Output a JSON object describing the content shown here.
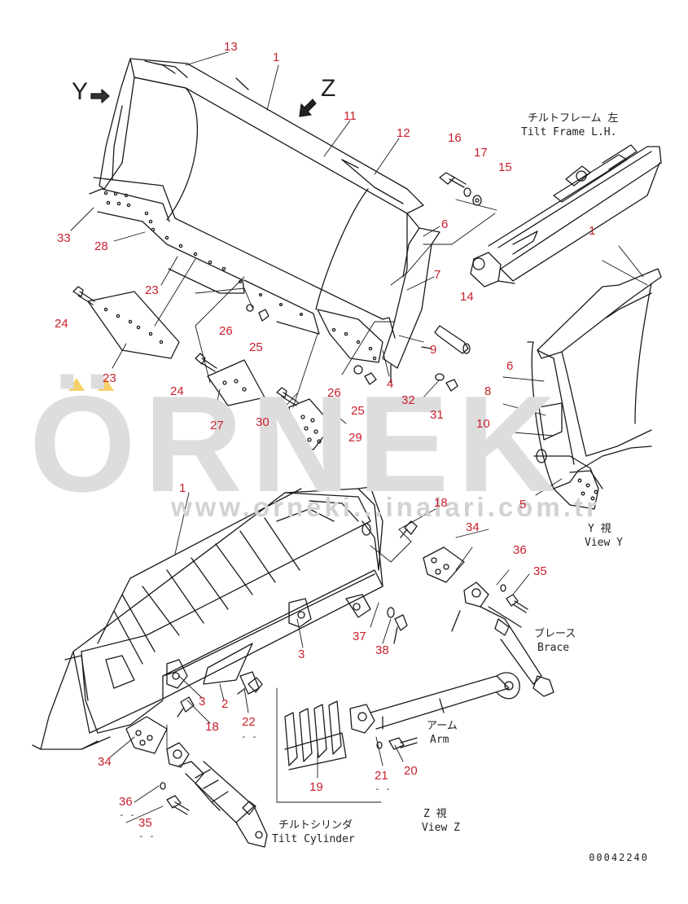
{
  "watermark": {
    "brand": "ÖRNEK",
    "url": "www.orneki...inalari.com.tr"
  },
  "arrows": {
    "y": "Y",
    "z": "Z"
  },
  "captions": {
    "tilt_frame_jp": "チルトフレーム 左",
    "tilt_frame_en": "Tilt Frame L.H.",
    "view_y_jp": "Y 視",
    "view_y_en": "View Y",
    "brace_jp": "ブレース",
    "brace_en": "Brace",
    "arm_jp": "アーム",
    "arm_en": "Arm",
    "tilt_cyl_jp": "チルトシリンダ",
    "tilt_cyl_en": "Tilt Cylinder",
    "view_z_jp": "Z 視",
    "view_z_en": "View Z"
  },
  "drawing_number": "00042240",
  "dash_mark": "- -",
  "part_numbers": {
    "p13": "13",
    "p1a": "1",
    "p11": "11",
    "p12": "12",
    "p16": "16",
    "p17": "17",
    "p15": "15",
    "p6a": "6",
    "p7": "7",
    "p14": "14",
    "p9": "9",
    "p4": "4",
    "p33": "33",
    "p28": "28",
    "p23a": "23",
    "p24a": "24",
    "p26a": "26",
    "p25a": "25",
    "p23b": "23",
    "p24b": "24",
    "p27": "27",
    "p30": "30",
    "p26b": "26",
    "p25b": "25",
    "p32": "32",
    "p31": "31",
    "p29": "29",
    "p1b": "1",
    "p6b": "6",
    "p8": "8",
    "p10": "10",
    "p5": "5",
    "p1c": "1",
    "p18a": "18",
    "p34a": "34",
    "p36a": "36",
    "p35a": "35",
    "p37": "37",
    "p38": "38",
    "p3a": "3",
    "p3b": "3",
    "p2": "2",
    "p22": "22",
    "p18b": "18",
    "p34b": "34",
    "p21": "21",
    "p20": "20",
    "p19": "19",
    "p36b": "36",
    "p35b": "35"
  }
}
